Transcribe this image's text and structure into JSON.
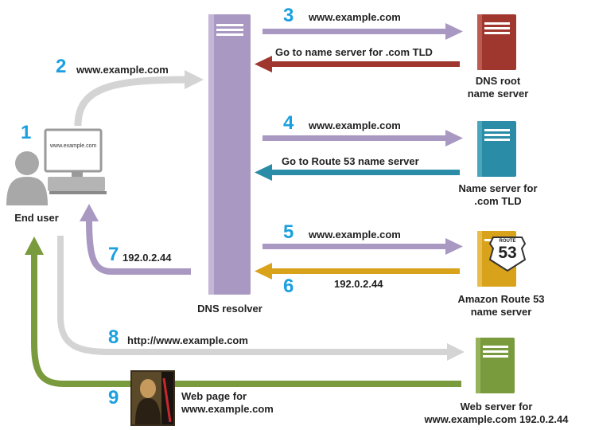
{
  "colors": {
    "step_number": "#1aa0e0",
    "resolver": "#a998c2",
    "query_arrow": "#a998c2",
    "root_server": "#a0372f",
    "tld_server": "#2a8ca6",
    "route53_server": "#d9a21b",
    "web_server": "#7a9a3e",
    "gray_arrow": "#cfcfcf"
  },
  "steps": {
    "s1": "1",
    "s2": "2",
    "s3": "3",
    "s4": "4",
    "s5": "5",
    "s6": "6",
    "s7": "7",
    "s8": "8",
    "s9": "9"
  },
  "end_user": {
    "label": "End user",
    "screen_text": "www.example.com"
  },
  "resolver": {
    "label": "DNS resolver"
  },
  "root_server": {
    "label_line1": "DNS root",
    "label_line2": "name server"
  },
  "tld_server": {
    "label_line1": "Name server for",
    "label_line2": ".com TLD"
  },
  "route53_server": {
    "label_line1": "Amazon Route 53",
    "label_line2": "name server",
    "badge_top": "ROUTE",
    "badge_number": "53"
  },
  "web_server": {
    "label_line1": "Web server for",
    "label_line2": "www.example.com 192.0.2.44"
  },
  "messages": {
    "m2": "www.example.com",
    "m3": "www.example.com",
    "m3_reply": "Go to name server for .com TLD",
    "m4": "www.example.com",
    "m4_reply": "Go to Route 53 name server",
    "m5": "www.example.com",
    "m6": "192.0.2.44",
    "m7": "192.0.2.44",
    "m8": "http://www.example.com",
    "m9_line1": "Web page for",
    "m9_line2": "www.example.com"
  },
  "web_page_image": {
    "icon": "mona-lisa-thumbnail-icon"
  }
}
